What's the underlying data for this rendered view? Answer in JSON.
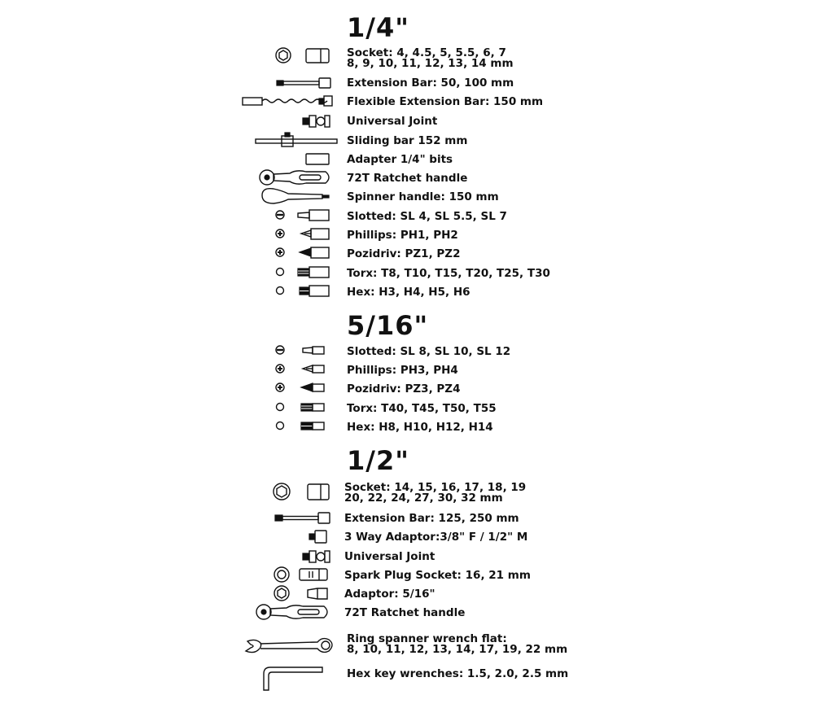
{
  "sections": {
    "quarter": {
      "heading": "1/4\"",
      "socket_line1": "Socket: 4, 4.5, 5, 5.5, 6, 7",
      "socket_line2": "8, 9, 10, 11, 12, 13, 14 mm",
      "extension_bar": "Extension Bar: 50, 100 mm",
      "flexible_extension": "Flexible Extension Bar: 150 mm",
      "universal_joint": "Universal Joint",
      "sliding_bar": "Sliding bar 152 mm",
      "adapter": "Adapter 1/4\" bits",
      "ratchet": "72T Ratchet handle",
      "spinner": "Spinner handle: 150 mm",
      "slotted": "Slotted: SL 4, SL 5.5, SL 7",
      "phillips": "Phillips: PH1, PH2",
      "pozidriv": "Pozidriv: PZ1, PZ2",
      "torx": "Torx: T8, T10, T15, T20, T25, T30",
      "hex": "Hex: H3, H4, H5, H6"
    },
    "five_sixteenths": {
      "heading": "5/16\"",
      "slotted": "Slotted: SL 8, SL 10, SL 12",
      "phillips": "Phillips: PH3, PH4",
      "pozidriv": "Pozidriv: PZ3, PZ4",
      "torx": "Torx: T40, T45, T50, T55",
      "hex": "Hex: H8, H10, H12, H14"
    },
    "half": {
      "heading": "1/2\"",
      "socket_line1": "Socket: 14, 15, 16, 17, 18, 19",
      "socket_line2": "20, 22, 24, 27, 30, 32 mm",
      "extension_bar": "Extension Bar: 125, 250 mm",
      "three_way": "3 Way Adaptor:3/8\" F / 1/2\" M",
      "universal_joint": "Universal Joint",
      "spark_plug": "Spark Plug Socket: 16, 21 mm",
      "adaptor": "Adaptor: 5/16\"",
      "ratchet": "72T Ratchet handle"
    },
    "extras": {
      "spanner_line1": "Ring spanner wrench flat:",
      "spanner_line2": "8, 10, 11, 12, 13, 14, 17, 19, 22 mm",
      "hex_keys": "Hex key wrenches: 1.5, 2.0, 2.5 mm"
    }
  }
}
